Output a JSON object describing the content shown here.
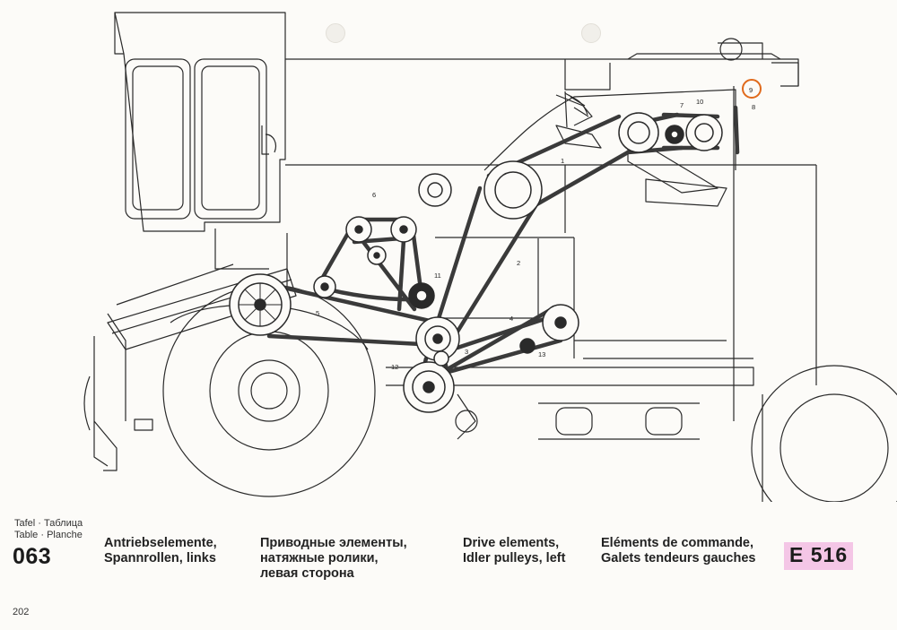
{
  "caption": {
    "tafel_labels": [
      "Tafel · Таблица",
      "Table · Planche"
    ],
    "table_number": "063",
    "german": [
      "Antriebselemente,",
      "Spannrollen, links"
    ],
    "russian": [
      "Приводные элементы,",
      "натяжные ролики,",
      "левая сторона"
    ],
    "english": [
      "Drive elements,",
      "Idler pulleys, left"
    ],
    "french": [
      "Eléments de commande,",
      "Galets tendeurs gauches"
    ],
    "model": "E 516",
    "page_number": "202"
  },
  "callouts": [
    "1",
    "2",
    "3",
    "4",
    "5",
    "6",
    "7",
    "8",
    "9",
    "10",
    "11",
    "12",
    "13"
  ],
  "colors": {
    "highlight_circle": "#e06a1c",
    "model_highlight": "#f4c6e6",
    "belt": "#3a3a3a"
  }
}
